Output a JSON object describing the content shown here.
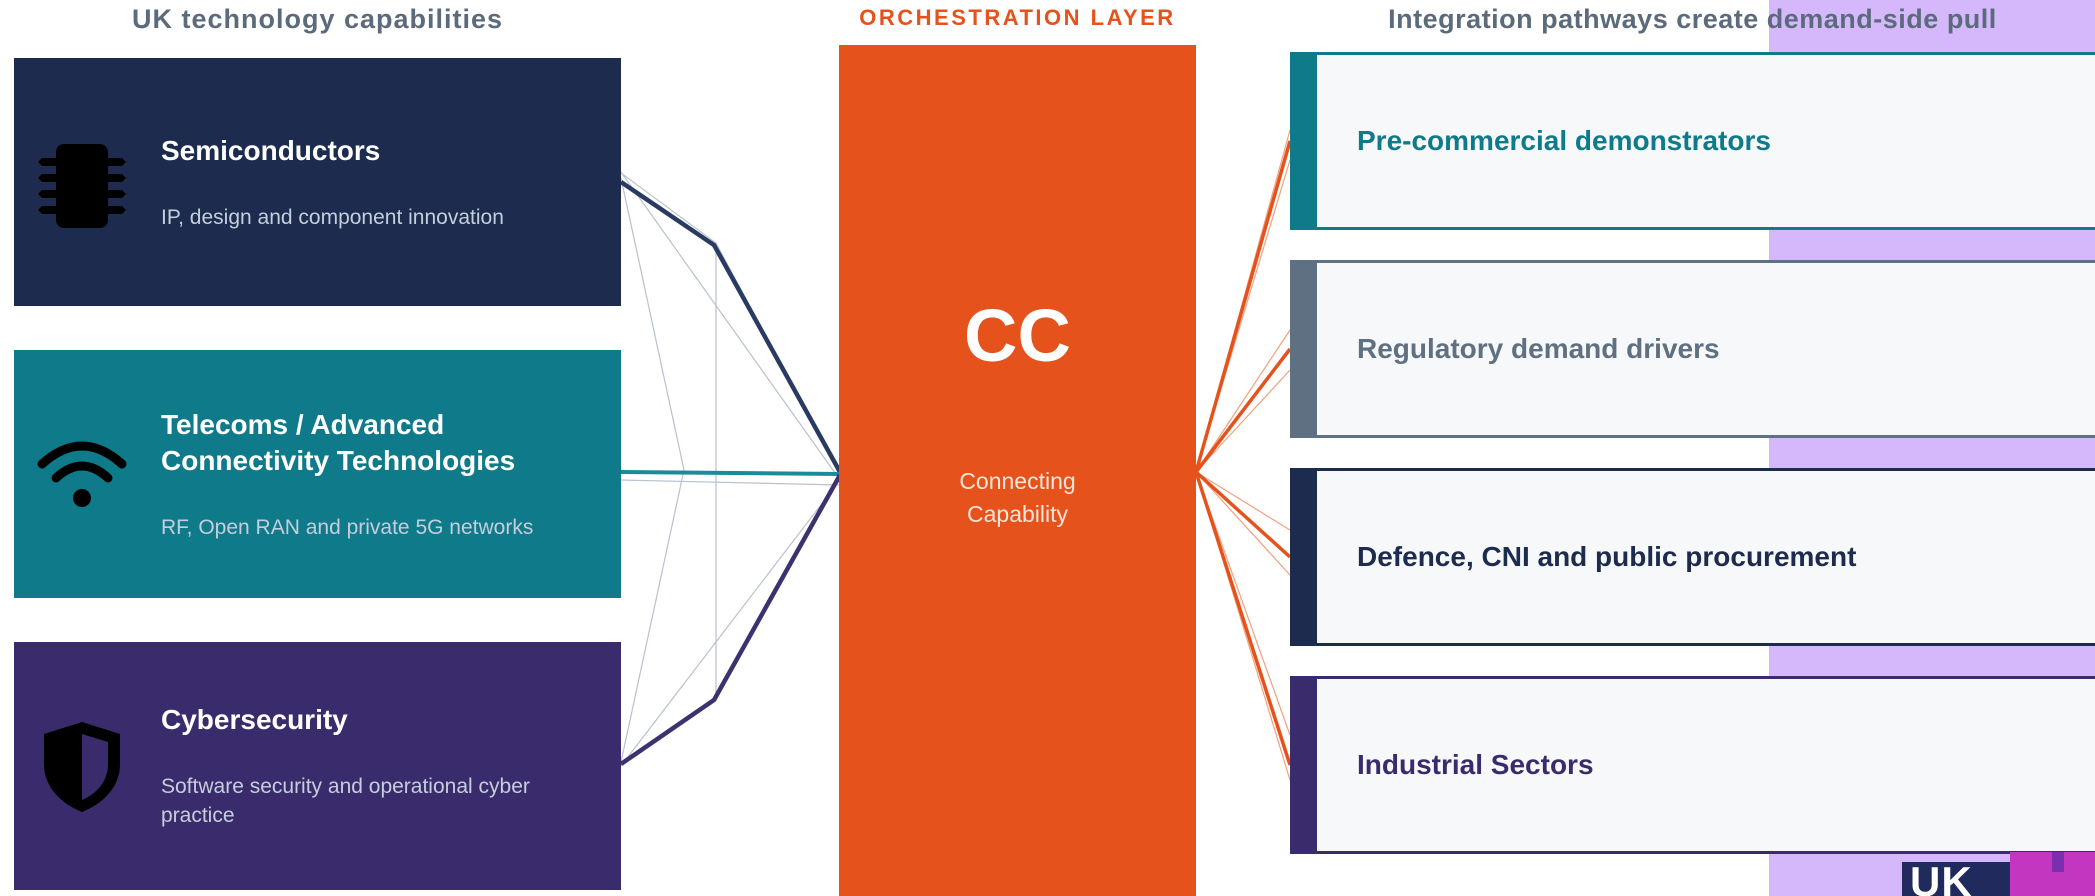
{
  "headings": {
    "left": "UK technology capabilities",
    "middle": "ORCHESTRATION LAYER",
    "right": "Integration pathways create demand-side pull"
  },
  "capabilities": [
    {
      "title": "Semiconductors",
      "description": "IP, design and component innovation",
      "icon": "chip-icon",
      "color": "#1c2b4e"
    },
    {
      "title": "Telecoms / Advanced Connectivity Technologies",
      "description": "RF, Open RAN and private 5G networks",
      "icon": "wifi-icon",
      "color": "#0e7a8a"
    },
    {
      "title": "Cybersecurity",
      "description": "Software security and operational cyber practice",
      "icon": "shield-icon",
      "color": "#3a2c6c"
    }
  ],
  "orchestration": {
    "acronym": "CC",
    "subtitle": "Connecting Capability",
    "color": "#e5521b"
  },
  "pathways": [
    {
      "label": "Pre-commercial demonstrators",
      "color": "#0e7a8a"
    },
    {
      "label": "Regulatory demand drivers",
      "color": "#5e7082"
    },
    {
      "label": "Defence, CNI and public procurement",
      "color": "#1c2b4e"
    },
    {
      "label": "Industrial Sectors",
      "color": "#3a2c6c"
    }
  ],
  "logo": {
    "text": "UK"
  },
  "colors": {
    "accent_band": "#d4b8fb",
    "heading_gray": "#5c6b7c"
  }
}
